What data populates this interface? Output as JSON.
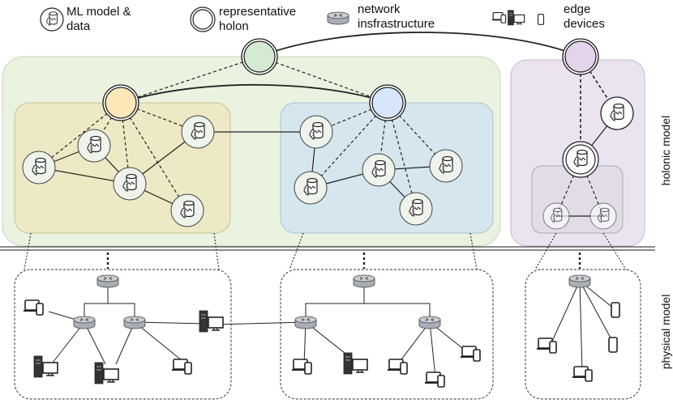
{
  "legend": {
    "ml_model": [
      "ML model &",
      "data"
    ],
    "holon": [
      "representative",
      "holon"
    ],
    "network": [
      "network",
      "insfrastructure"
    ],
    "edge": [
      "edge",
      "devices"
    ]
  },
  "side_labels": {
    "holonic": "holonic model",
    "physical": "physical model"
  },
  "colors": {
    "top_region": "#eaf2e0",
    "yellow_region": "#ece9c4",
    "blue_region": "#d6e6ee",
    "purple_region": "#ebe4f0",
    "inner_purple": "#e2dce8",
    "holon_green": "#d4ead3",
    "holon_yellow": "#fbe7b8",
    "holon_blue": "#d7e6fb",
    "holon_purple": "#e3d4ec",
    "node_fill": "#eef3ec",
    "router": "#b8bcc4"
  }
}
